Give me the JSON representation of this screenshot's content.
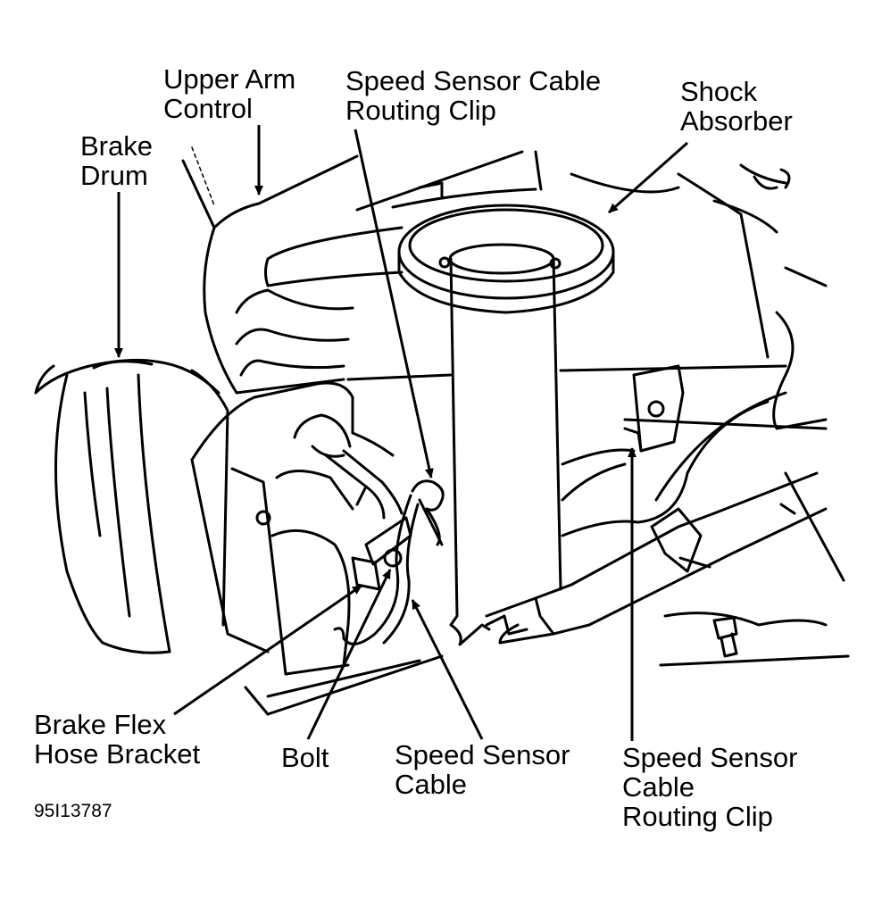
{
  "labels": {
    "upper_arm_control": "Upper Arm\nControl",
    "speed_sensor_cable_routing_clip_top": "Speed Sensor Cable\nRouting Clip",
    "shock_absorber": "Shock\nAbsorber",
    "brake_drum": "Brake\nDrum",
    "brake_flex_hose_bracket": "Brake Flex\nHose Bracket",
    "bolt": "Bolt",
    "speed_sensor_cable": "Speed Sensor\nCable",
    "speed_sensor_cable_routing_clip_bottom": "Speed Sensor\nCable\nRouting Clip"
  },
  "figure_code": "95I13787",
  "colors": {
    "ink": "#000000",
    "paper": "#ffffff"
  }
}
